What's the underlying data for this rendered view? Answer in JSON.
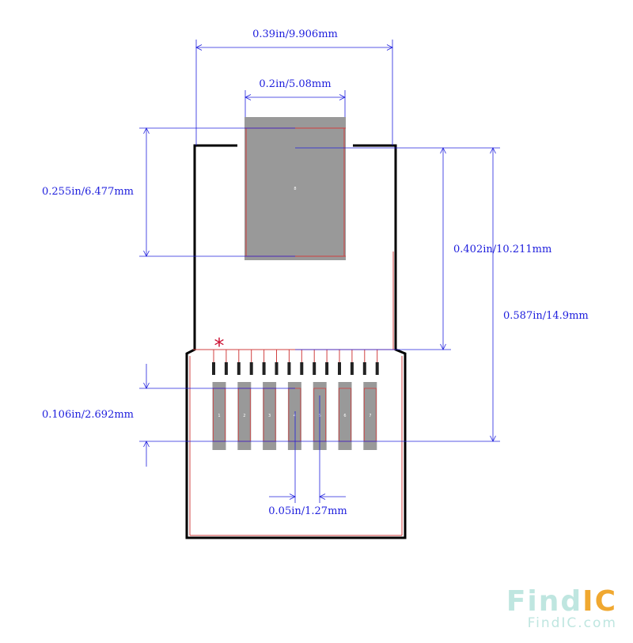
{
  "colors": {
    "outline": "#000000",
    "dimension": "#2020dd",
    "keepout": "#d04040",
    "pad": "#999999",
    "pad_dark": "#808080",
    "pin1_marker": "#cc1133",
    "watermark_light": "#bfe6e0",
    "watermark_accent": "#f0a830"
  },
  "dimensions": {
    "overall_width": "0.39in/9.906mm",
    "mount_pad_width": "0.2in/5.08mm",
    "mount_pad_height": "0.255in/6.477mm",
    "body_to_pins": "0.402in/10.211mm",
    "overall_height": "0.587in/14.9mm",
    "pad_length": "0.106in/2.692mm",
    "pin_pitch": "0.05in/1.27mm"
  },
  "mount_pad": {
    "label": "8"
  },
  "pins": [
    "1",
    "2",
    "3",
    "4",
    "5",
    "6",
    "7"
  ],
  "pin1_marker": "*",
  "watermark": {
    "logo_prefix": "Find",
    "logo_suffix": "IC",
    "url": "FindIC.com"
  }
}
